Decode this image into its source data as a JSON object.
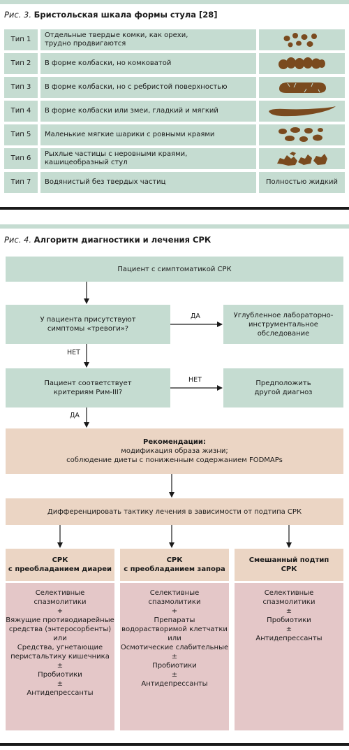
{
  "fig3": {
    "label": "Рис. 3.",
    "title": "Бристольская шкала формы стула [28]",
    "rows": [
      {
        "type": "Тип 1",
        "desc_1": "Отдельные твердые комки, как орехи,",
        "desc_2": "трудно продвигаются",
        "icon": "separate-lumps-icon"
      },
      {
        "type": "Тип 2",
        "desc_1": "В форме колбаски, но комковатой",
        "desc_2": "",
        "icon": "lumpy-sausage-icon"
      },
      {
        "type": "Тип 3",
        "desc_1": "В форме колбаски, но с ребристой поверхностью",
        "desc_2": "",
        "icon": "cracked-sausage-icon"
      },
      {
        "type": "Тип 4",
        "desc_1": "В форме колбаски или змеи, гладкий и мягкий",
        "desc_2": "",
        "icon": "smooth-snake-icon"
      },
      {
        "type": "Тип 5",
        "desc_1": "Маленькие мягкие шарики с ровными краями",
        "desc_2": "",
        "icon": "soft-blobs-icon"
      },
      {
        "type": "Тип 6",
        "desc_1": "Рыхлые частицы с неровными краями,",
        "desc_2": "кашицеобразный стул",
        "icon": "mushy-pieces-icon"
      },
      {
        "type": "Тип 7",
        "desc_1": "Водянистый без твердых частиц",
        "desc_2": "",
        "image_text": "Полностью жидкий"
      }
    ]
  },
  "fig4": {
    "label": "Рис. 4.",
    "title": "Алгоритм диагностики и лечения СРК",
    "patient": "Пациент с симптоматикой СРК",
    "q1": {
      "line1": "У пациента присутствуют",
      "line2": "симптомы «тревоги»?"
    },
    "yes": "ДА",
    "no": "НЕТ",
    "exam": {
      "line1": "Углубленное лабораторно-",
      "line2": "инструментальное",
      "line3": "обследование"
    },
    "q2": {
      "line1": "Пациент соответствует",
      "line2": "критериям Рим-III?"
    },
    "other": {
      "line1": "Предположить",
      "line2": "другой диагноз"
    },
    "recs": {
      "title": "Рекомендации:",
      "line1": "модификация образа жизни;",
      "line2": "соблюдение диеты с пониженным содержанием FODMAPs"
    },
    "diff": "Дифференцировать тактику лечения в зависимости от подтипа СРК",
    "sub_diarrhea": {
      "line1": "СРК",
      "line2": "с преобладанием диареи"
    },
    "sub_constipation": {
      "line1": "СРК",
      "line2": "с преобладанием запора"
    },
    "sub_mixed": {
      "line1": "Смешанный подтип",
      "line2": "СРК"
    },
    "tx_diarrhea": [
      "Селективные",
      "спазмолитики",
      "+",
      "Вяжущие противодиарейные",
      "средства (энтеросорбенты)",
      "или",
      "Средства, угнетающие",
      "перистальтику кишечника",
      "±",
      "Пробиотики",
      "±",
      "Антидепрессанты"
    ],
    "tx_constipation": [
      "Селективные",
      "спазмолитики",
      "+",
      "Препараты",
      "водорастворимой клетчатки",
      "или",
      "Осмотические слабительные",
      "±",
      "Пробиотики",
      "±",
      "Антидепрессанты"
    ],
    "tx_mixed": [
      "Селективные",
      "спазмолитики",
      "±",
      "Пробиотики",
      "±",
      "Антидепрессанты"
    ]
  },
  "colors": {
    "green": "#c5dcd1",
    "tan": "#ebd5c4",
    "pink": "#e4c7c8",
    "stool": "#7a4a1e"
  }
}
